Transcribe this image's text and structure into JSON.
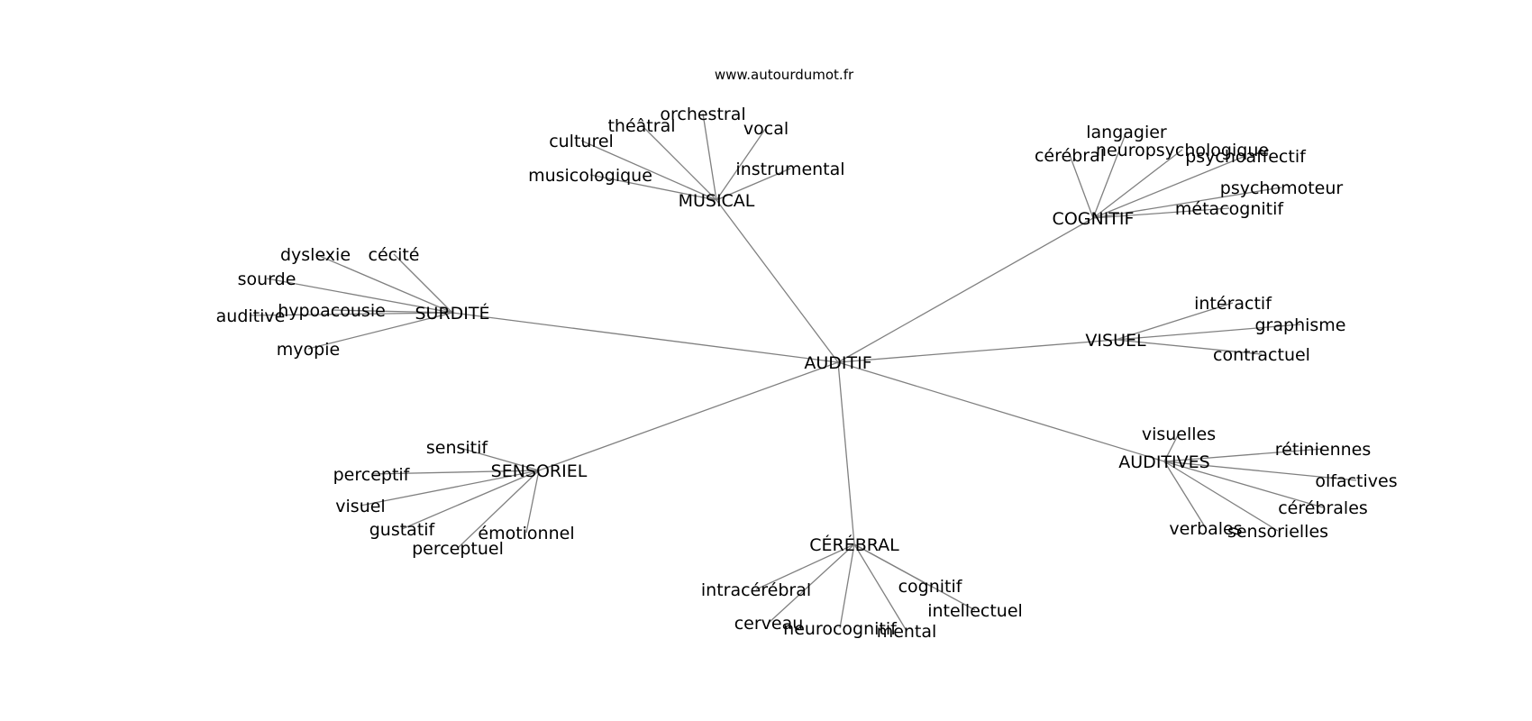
{
  "watermark": "www.autourdumot.fr",
  "root": "AUDITIF",
  "groups": [
    {
      "hub": "MUSICAL",
      "leaves": [
        "musicologique",
        "culturel",
        "théâtral",
        "orchestral",
        "vocal",
        "instrumental"
      ]
    },
    {
      "hub": "COGNITIF",
      "leaves": [
        "cérébral",
        "langagier",
        "neuropsychologique",
        "psychoaffectif",
        "psychomoteur",
        "métacognitif"
      ]
    },
    {
      "hub": "SURDITÉ",
      "leaves": [
        "dyslexie",
        "cécité",
        "sourde",
        "hypoacousie",
        "auditive",
        "myopie"
      ]
    },
    {
      "hub": "VISUEL",
      "leaves": [
        "intéractif",
        "graphisme",
        "contractuel"
      ]
    },
    {
      "hub": "SENSORIEL",
      "leaves": [
        "sensitif",
        "perceptif",
        "visuel",
        "gustatif",
        "perceptuel",
        "émotionnel"
      ]
    },
    {
      "hub": "AUDITIVES",
      "leaves": [
        "visuelles",
        "rétiniennes",
        "olfactives",
        "cérébrales",
        "sensorielles",
        "verbales"
      ]
    },
    {
      "hub": "CÉRÉBRAL",
      "leaves": [
        "intracérébral",
        "cerveau",
        "neurocognitif",
        "mental",
        "cognitif",
        "intellectuel"
      ]
    }
  ]
}
